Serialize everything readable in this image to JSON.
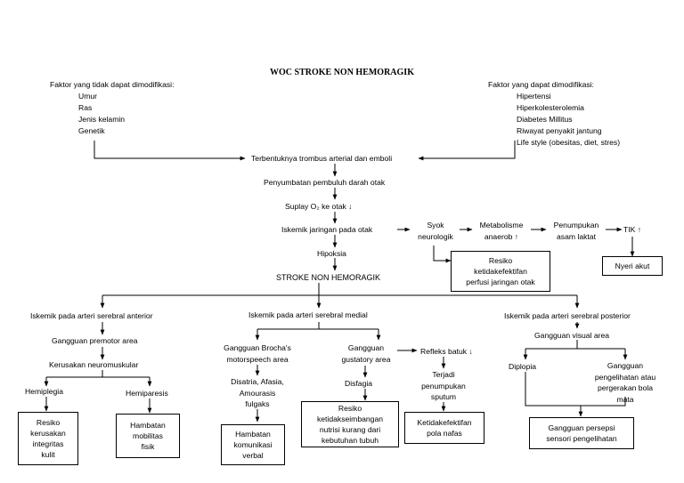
{
  "title": "WOC STROKE NON HEMORAGIK",
  "left_factors": {
    "heading": "Faktor yang tidak dapat dimodifikasi:",
    "items": [
      "Umur",
      "Ras",
      "Jenis kelamin",
      "Genetik"
    ]
  },
  "right_factors": {
    "heading": "Faktor yang dapat dimodifikasi:",
    "items": [
      "Hipertensi",
      "Hiperkolesterolemia",
      "Diabetes Millitus",
      "Riwayat penyakit jantung",
      "Life style (obesitas, diet, stres)"
    ]
  },
  "main_chain": {
    "thrombus": "Terbentuknya trombus arterial dan emboli",
    "occlusion": "Penyumbatan pembuluh darah otak",
    "supply": "Suplay O₂ ke otak ↓",
    "ischemia": "Iskemik jaringan pada otak",
    "hypoxia": "Hipoksia",
    "stroke": "STROKE NON HEMORAGIK"
  },
  "side_chain": {
    "syok_l1": "Syok",
    "syok_l2": "neurologik",
    "metab_l1": "Metabolisme",
    "metab_l2": "anaerob ↑",
    "lactate_l1": "Penumpukan",
    "lactate_l2": "asam laktat",
    "tik": "TIK ↑",
    "nyeri": "Nyeri akut",
    "perfusi_l1": "Resiko",
    "perfusi_l2": "ketidakefektifan",
    "perfusi_l3": "perfusi jaringan otak"
  },
  "anterior": {
    "head": "Iskemik pada arteri serebral anterior",
    "premotor": "Gangguan premotor area",
    "neuromuskular": "Kerusakan neuromuskular",
    "hemiplegia": "Hemiplegia",
    "hemiparesis": "Hemiparesis",
    "risk_l1": "Resiko",
    "risk_l2": "kerusakan",
    "risk_l3": "integritas",
    "risk_l4": "kulit",
    "mob_l1": "Hambatan",
    "mob_l2": "mobilitas",
    "mob_l3": "fisik"
  },
  "medial": {
    "head": "Iskemik pada arteri serebral medial",
    "broca_l1": "Gangguan Brocha's",
    "broca_l2": "motorspeech area",
    "dis_l1": "Disatria, Afasia,",
    "dis_l2": "Amourasis",
    "dis_l3": "fulgaks",
    "kom_l1": "Hambatan",
    "kom_l2": "komunikasi",
    "kom_l3": "verbal",
    "gust_l1": "Gangguan",
    "gust_l2": "gustatory area",
    "disfagia": "Disfagia",
    "nut_l1": "Resiko",
    "nut_l2": "ketidakseimbangan",
    "nut_l3": "nutrisi kurang dari",
    "nut_l4": "kebutuhan tubuh",
    "refleks": "Refleks batuk ↓",
    "sput_l1": "Terjadi",
    "sput_l2": "penumpukan",
    "sput_l3": "sputum",
    "nafas_l1": "Ketidakefektifan",
    "nafas_l2": "pola nafas"
  },
  "posterior": {
    "head": "Iskemik pada arteri serebral posterior",
    "visual": "Gangguan visual area",
    "diplopia": "Diplopia",
    "vis_l1": "Gangguan",
    "vis_l2": "pengelihatan atau",
    "vis_l3": "pergerakan bola",
    "vis_l4": "mata",
    "persepsi_l1": "Gangguan persepsi",
    "persepsi_l2": "sensori pengelihatan"
  }
}
